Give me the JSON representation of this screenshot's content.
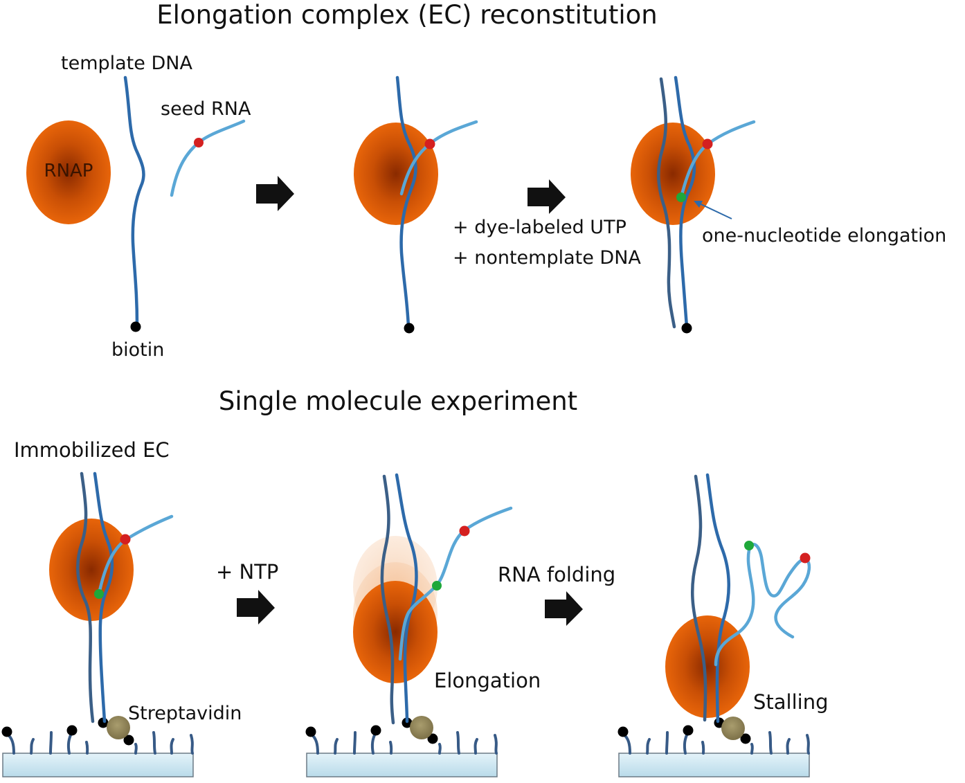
{
  "colors": {
    "rnap_core": "#8a2a00",
    "rnap_edge": "#e8650a",
    "template_dna": "#2d6aaa",
    "nontemplate_dna": "#3b5f87",
    "rna": "#5aa7d6",
    "red_dye": "#d42020",
    "green_dye": "#1fa83a",
    "biotin": "#000000",
    "streptavidin": "#8c8054",
    "surface": "#cfe8f2",
    "arrow": "#111111"
  },
  "icons": {
    "arrow": "right-block-arrow",
    "rnap": "orange-oval",
    "biotin": "black-dot",
    "streptavidin": "olive-sphere",
    "dye": "colored-dot"
  },
  "top": {
    "heading": "Elongation complex (EC) reconstitution",
    "labels": {
      "template_dna": "template DNA",
      "seed_rna": "seed RNA",
      "rnap": "RNAP",
      "biotin": "biotin",
      "step_line1": "+ dye-labeled UTP",
      "step_line2": "+ nontemplate DNA",
      "elongation_note": "one-nucleotide elongation"
    }
  },
  "bottom": {
    "heading": "Single molecule experiment",
    "labels": {
      "immobilized": "Immobilized EC",
      "ntp": "+ NTP",
      "streptavidin": "Streptavidin",
      "folding": "RNA folding",
      "elongation": "Elongation",
      "stalling": "Stalling"
    }
  }
}
